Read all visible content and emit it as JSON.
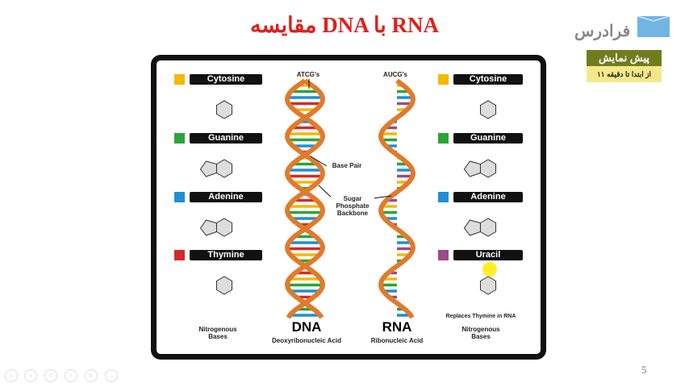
{
  "slide": {
    "title": "مقایسه DNA با RNA",
    "page_number": "5"
  },
  "brand": {
    "logo_text": "فرادرس",
    "preview_title": "پیش نمایش",
    "preview_sub": "از ابتدا تا دقیقه ۱۱"
  },
  "left_bases": [
    {
      "label": "Cytosine",
      "color": "#f5b800"
    },
    {
      "label": "Guanine",
      "color": "#2aa538"
    },
    {
      "label": "Adenine",
      "color": "#1f8fd6"
    },
    {
      "label": "Thymine",
      "color": "#d42a2a"
    }
  ],
  "right_bases": [
    {
      "label": "Cytosine",
      "color": "#f5b800"
    },
    {
      "label": "Guanine",
      "color": "#2aa538"
    },
    {
      "label": "Adenine",
      "color": "#1f8fd6"
    },
    {
      "label": "Uracil",
      "color": "#9b4a8a"
    }
  ],
  "diagram": {
    "dna_top": "ATCG's",
    "rna_top": "AUCG's",
    "base_pair": "Base Pair",
    "backbone": "Sugar Phosphate Backbone",
    "dna": "DNA",
    "dna_full": "Deoxyribonucleic Acid",
    "rna": "RNA",
    "rna_full": "Ribonucleic Acid",
    "left_caption": "Nitrogenous Bases",
    "right_caption": "Nitrogenous Bases",
    "replaces": "Replaces Thymine in RNA"
  },
  "controls": [
    "previous",
    "next",
    "pen",
    "slides",
    "zoom",
    "more"
  ]
}
